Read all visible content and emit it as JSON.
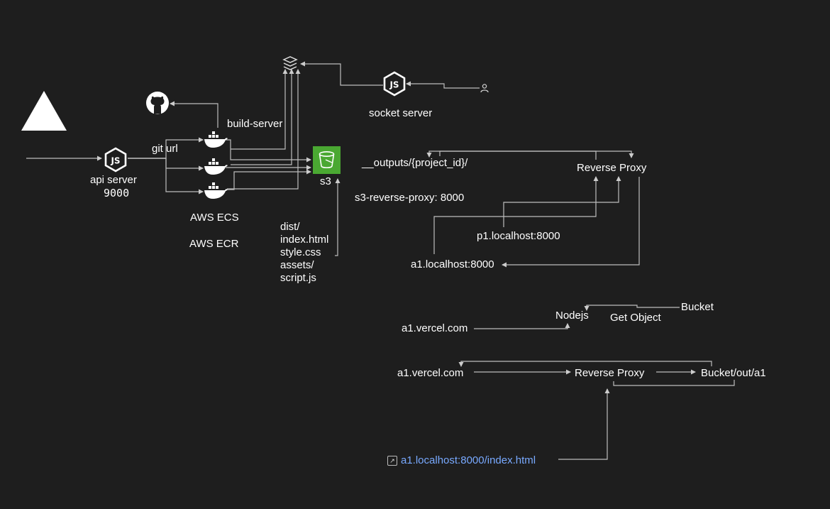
{
  "labels": {
    "api_server": "api server",
    "api_port": "9000",
    "git_url": "git url",
    "build_server": "build-server",
    "socket_server": "socket server",
    "aws_ecs": "AWS ECS",
    "aws_ecr": "AWS ECR",
    "s3": "s3",
    "outputs_path": "__outputs/{project_id}/",
    "reverse_proxy_top": "Reverse Proxy",
    "s3_reverse_proxy": "s3-reverse-proxy: 8000",
    "p1_localhost": "p1.localhost:8000",
    "a1_localhost": "a1.localhost:8000",
    "nodejs": "Nodejs",
    "get_object": "Get Object",
    "bucket": "Bucket",
    "a1_vercel_1": "a1.vercel.com",
    "a1_vercel_2": "a1.vercel.com",
    "reverse_proxy_bottom": "Reverse Proxy",
    "bucket_out": "Bucket/out/a1"
  },
  "files": [
    "dist/",
    "index.html",
    "style.css",
    "assets/",
    "script.js"
  ],
  "link": {
    "text": "a1.localhost:8000/index.html",
    "color": "#78a9ff"
  },
  "icons": {
    "logo": "triangle-icon",
    "node": "nodejs-icon",
    "docker": "docker-icon",
    "github": "github-icon",
    "s3": "s3-bucket-icon",
    "queue": "stack-icon",
    "user": "user-icon"
  },
  "colors": {
    "background": "#1e1e1e",
    "text": "#ffffff",
    "line": "#cccccc",
    "s3": "#4aa832",
    "link": "#78a9ff"
  }
}
